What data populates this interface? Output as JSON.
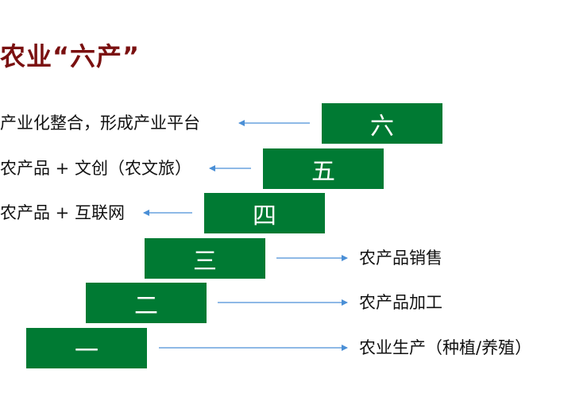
{
  "title": "农业“六产”",
  "colors": {
    "title": "#7a1010",
    "step_fill": "#007a33",
    "step_text": "#ffffff",
    "arrow": "#4a8fd6"
  },
  "steps": [
    {
      "label": "一",
      "description": "农业生产（种植/养殖）"
    },
    {
      "label": "二",
      "description": "农产品加工"
    },
    {
      "label": "三",
      "description": "农产品销售"
    },
    {
      "label": "四",
      "description": "农产品 + 互联网"
    },
    {
      "label": "五",
      "description": "农产品 + 文创（农文旅）"
    },
    {
      "label": "六",
      "description": "产业化整合，形成产业平台"
    }
  ]
}
